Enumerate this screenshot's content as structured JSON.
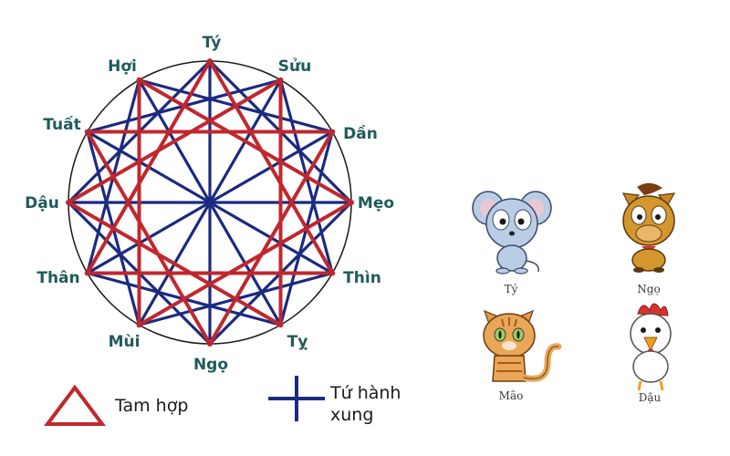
{
  "zodiac": {
    "labels": [
      "Tý",
      "Sửu",
      "Dần",
      "Mẹo",
      "Thìn",
      "Tỵ",
      "Ngọ",
      "Mùi",
      "Thân",
      "Dậu",
      "Tuất",
      "Hợi"
    ]
  },
  "legend": {
    "tam_hop": "Tam hợp",
    "tu_hanh_xung_line1": "Tứ hành",
    "tu_hanh_xung_line2": "xung"
  },
  "animals": [
    {
      "name": "Tý",
      "icon": "mouse-icon"
    },
    {
      "name": "Ngọ",
      "icon": "horse-icon"
    },
    {
      "name": "Mão",
      "icon": "cat-icon"
    },
    {
      "name": "Dậu",
      "icon": "rooster-icon"
    }
  ],
  "colors": {
    "tam_hop": "#c0272d",
    "tu_hanh_xung": "#1b2a80",
    "label": "#1f5b5a",
    "circle": "#1a1a1a"
  }
}
